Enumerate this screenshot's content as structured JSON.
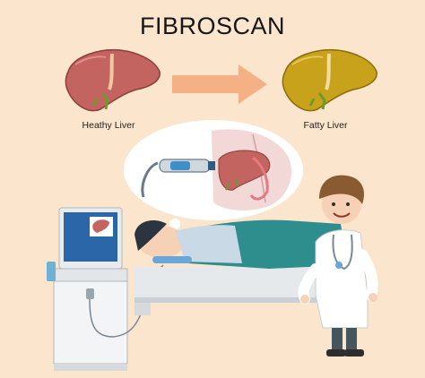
{
  "title": "FIBROSCAN",
  "labels": {
    "healthy_liver": "Heathy Liver",
    "fatty_liver": "Fatty Liver"
  },
  "colors": {
    "background": "#fbe6cd",
    "healthy_liver": "#c46460",
    "fatty_liver": "#c9a21c",
    "arrow": "#f5b183",
    "bile_duct": "#6d9a2f",
    "bed": "#2e8e8e"
  }
}
